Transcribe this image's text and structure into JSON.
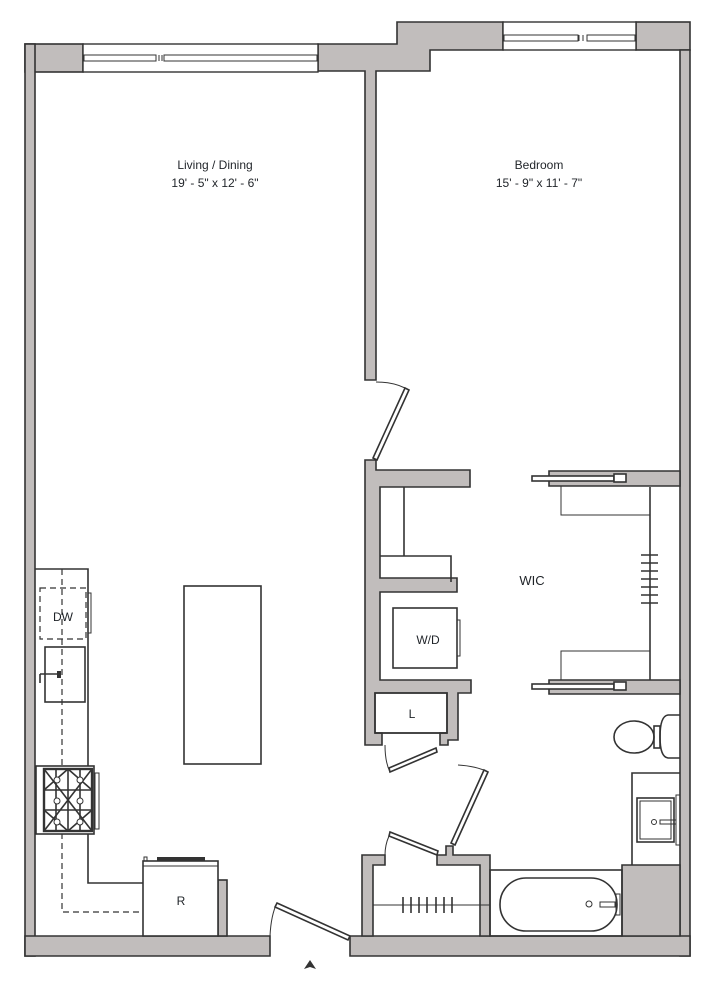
{
  "floorplan": {
    "rooms": [
      {
        "id": "living-dining",
        "name": "Living / Dining",
        "dimensions": "19' - 5\" x 12' - 6\""
      },
      {
        "id": "bedroom",
        "name": "Bedroom",
        "dimensions": "15' - 9\" x 11' - 7\""
      },
      {
        "id": "wic",
        "name": "WIC"
      }
    ],
    "fixtures": {
      "dishwasher": "DW",
      "washer_dryer": "W/D",
      "linen": "L",
      "refrigerator": "R"
    },
    "entry_marker": "entry-arrow",
    "colors": {
      "wall_fill": "#c1bdbc",
      "line": "#333333",
      "background": "#ffffff"
    }
  }
}
